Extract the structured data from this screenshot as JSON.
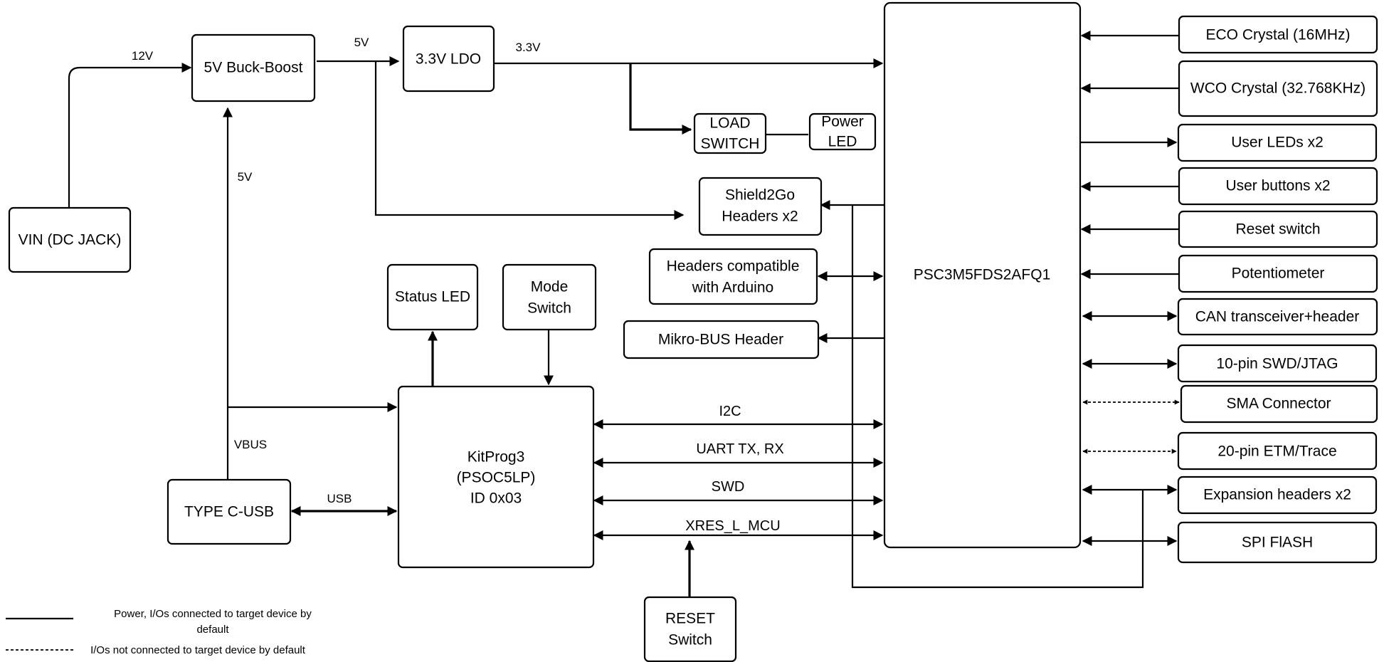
{
  "blocks": {
    "vin": "VIN (DC JACK)",
    "buck": "5V Buck-Boost",
    "ldo": "3.3V LDO",
    "load_switch": [
      "LOAD",
      "SWITCH"
    ],
    "power_led": [
      "Power",
      "LED"
    ],
    "shield2go": [
      "Shield2Go",
      "Headers x2"
    ],
    "arduino": [
      "Headers compatible",
      "with Arduino"
    ],
    "mikrobus": "Mikro-BUS Header",
    "status_led": "Status LED",
    "mode_switch": [
      "Mode",
      "Switch"
    ],
    "kitprog": [
      "KitProg3",
      "(PSOC5LP)",
      "ID 0x03"
    ],
    "typec": "TYPE C-USB",
    "reset_switch": [
      "RESET",
      "Switch"
    ],
    "mcu": "PSC3M5FDS2AFQ1"
  },
  "peripherals": [
    "ECO Crystal (16MHz)",
    "WCO Crystal (32.768KHz)",
    "User LEDs x2",
    "User buttons x2",
    "Reset switch",
    "Potentiometer",
    "CAN transceiver+header",
    "10-pin SWD/JTAG",
    "SMA Connector",
    "20-pin ETM/Trace",
    "Expansion headers x2",
    "SPI FlASH"
  ],
  "voltages": {
    "v12": "12V",
    "v5_out": "5V",
    "v33": "3.3V",
    "v5_vbus": "5V",
    "vbus": "VBUS",
    "usb": "USB"
  },
  "signals": [
    "I2C",
    "UART TX, RX",
    "SWD",
    "XRES_L_MCU"
  ],
  "legend": {
    "solid": [
      "Power, I/Os connected to target device by",
      "default"
    ],
    "dashed": "I/Os not connected to target device by default"
  }
}
